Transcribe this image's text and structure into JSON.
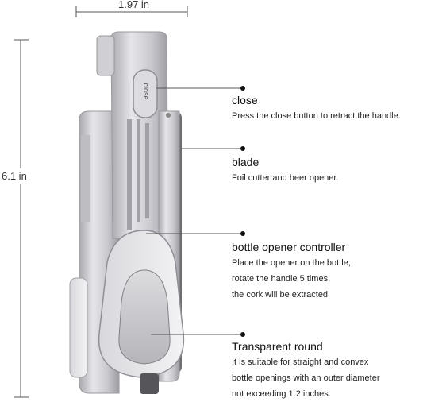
{
  "dimensions": {
    "width_label": "1.97 in",
    "height_label": "6.1 in"
  },
  "product_text": {
    "button": "close"
  },
  "callouts": [
    {
      "title": "close",
      "lines": [
        "Press the close button to retract the handle."
      ]
    },
    {
      "title": "blade",
      "lines": [
        "Foil cutter and beer opener."
      ]
    },
    {
      "title": "bottle opener controller",
      "lines": [
        "Place the opener on the bottle,",
        "rotate the handle 5 times,",
        "the cork will be extracted."
      ]
    },
    {
      "title": "Transparent round",
      "lines": [
        "It is suitable for straight and convex",
        "bottle openings with an outer diameter",
        "not exceeding 1.2 inches."
      ]
    }
  ],
  "colors": {
    "line": "#555555",
    "dot": "#111111",
    "metal": "#c8c8cc"
  }
}
